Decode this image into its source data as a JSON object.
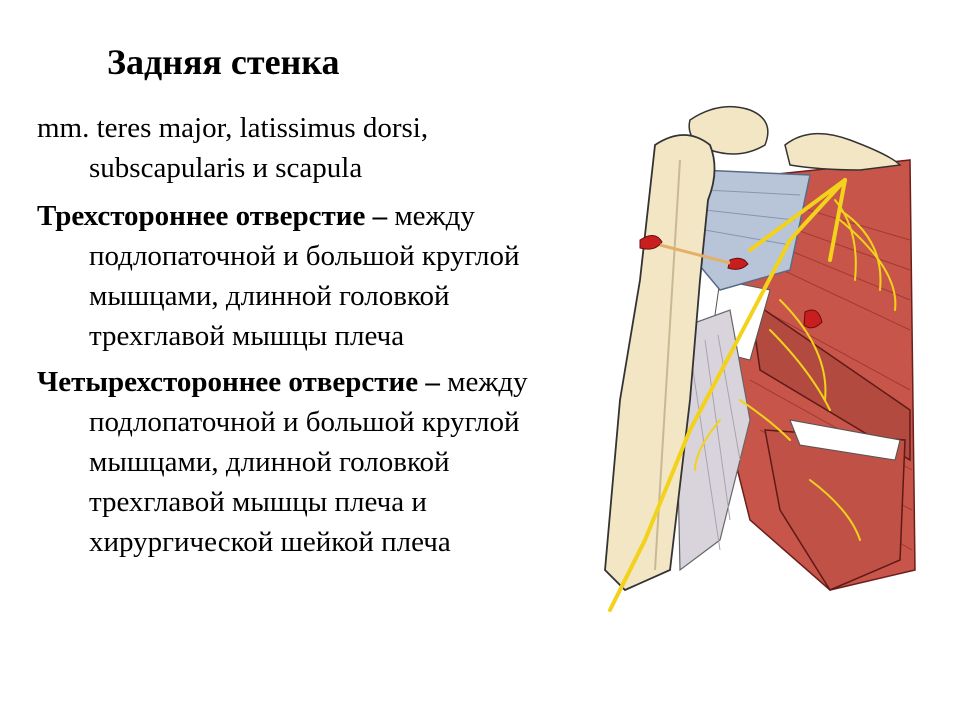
{
  "title": "Задняя стенка",
  "paragraphs": [
    {
      "term": "",
      "text": "mm. teres major, latissimus dorsi, subscapularis и scapula"
    },
    {
      "term": "Трехстороннее отверстие –",
      "text": "между подлопаточной и большой круглой мышцами, длинной головкой трехглавой мышцы плеча"
    },
    {
      "term": "Четырехстороннее отверстие –",
      "text": "между подлопаточной и большой круглой мышцами, длинной головкой трехглавой мышцы плеча и хирургической шейкой плеча"
    }
  ],
  "colors": {
    "bone": "#f3e6c4",
    "muscle": "#c8554a",
    "muscle_dark": "#8e2f2a",
    "tendon_blue": "#b8c4d8",
    "nerve": "#f2d21a",
    "artery": "#c81e1e"
  }
}
